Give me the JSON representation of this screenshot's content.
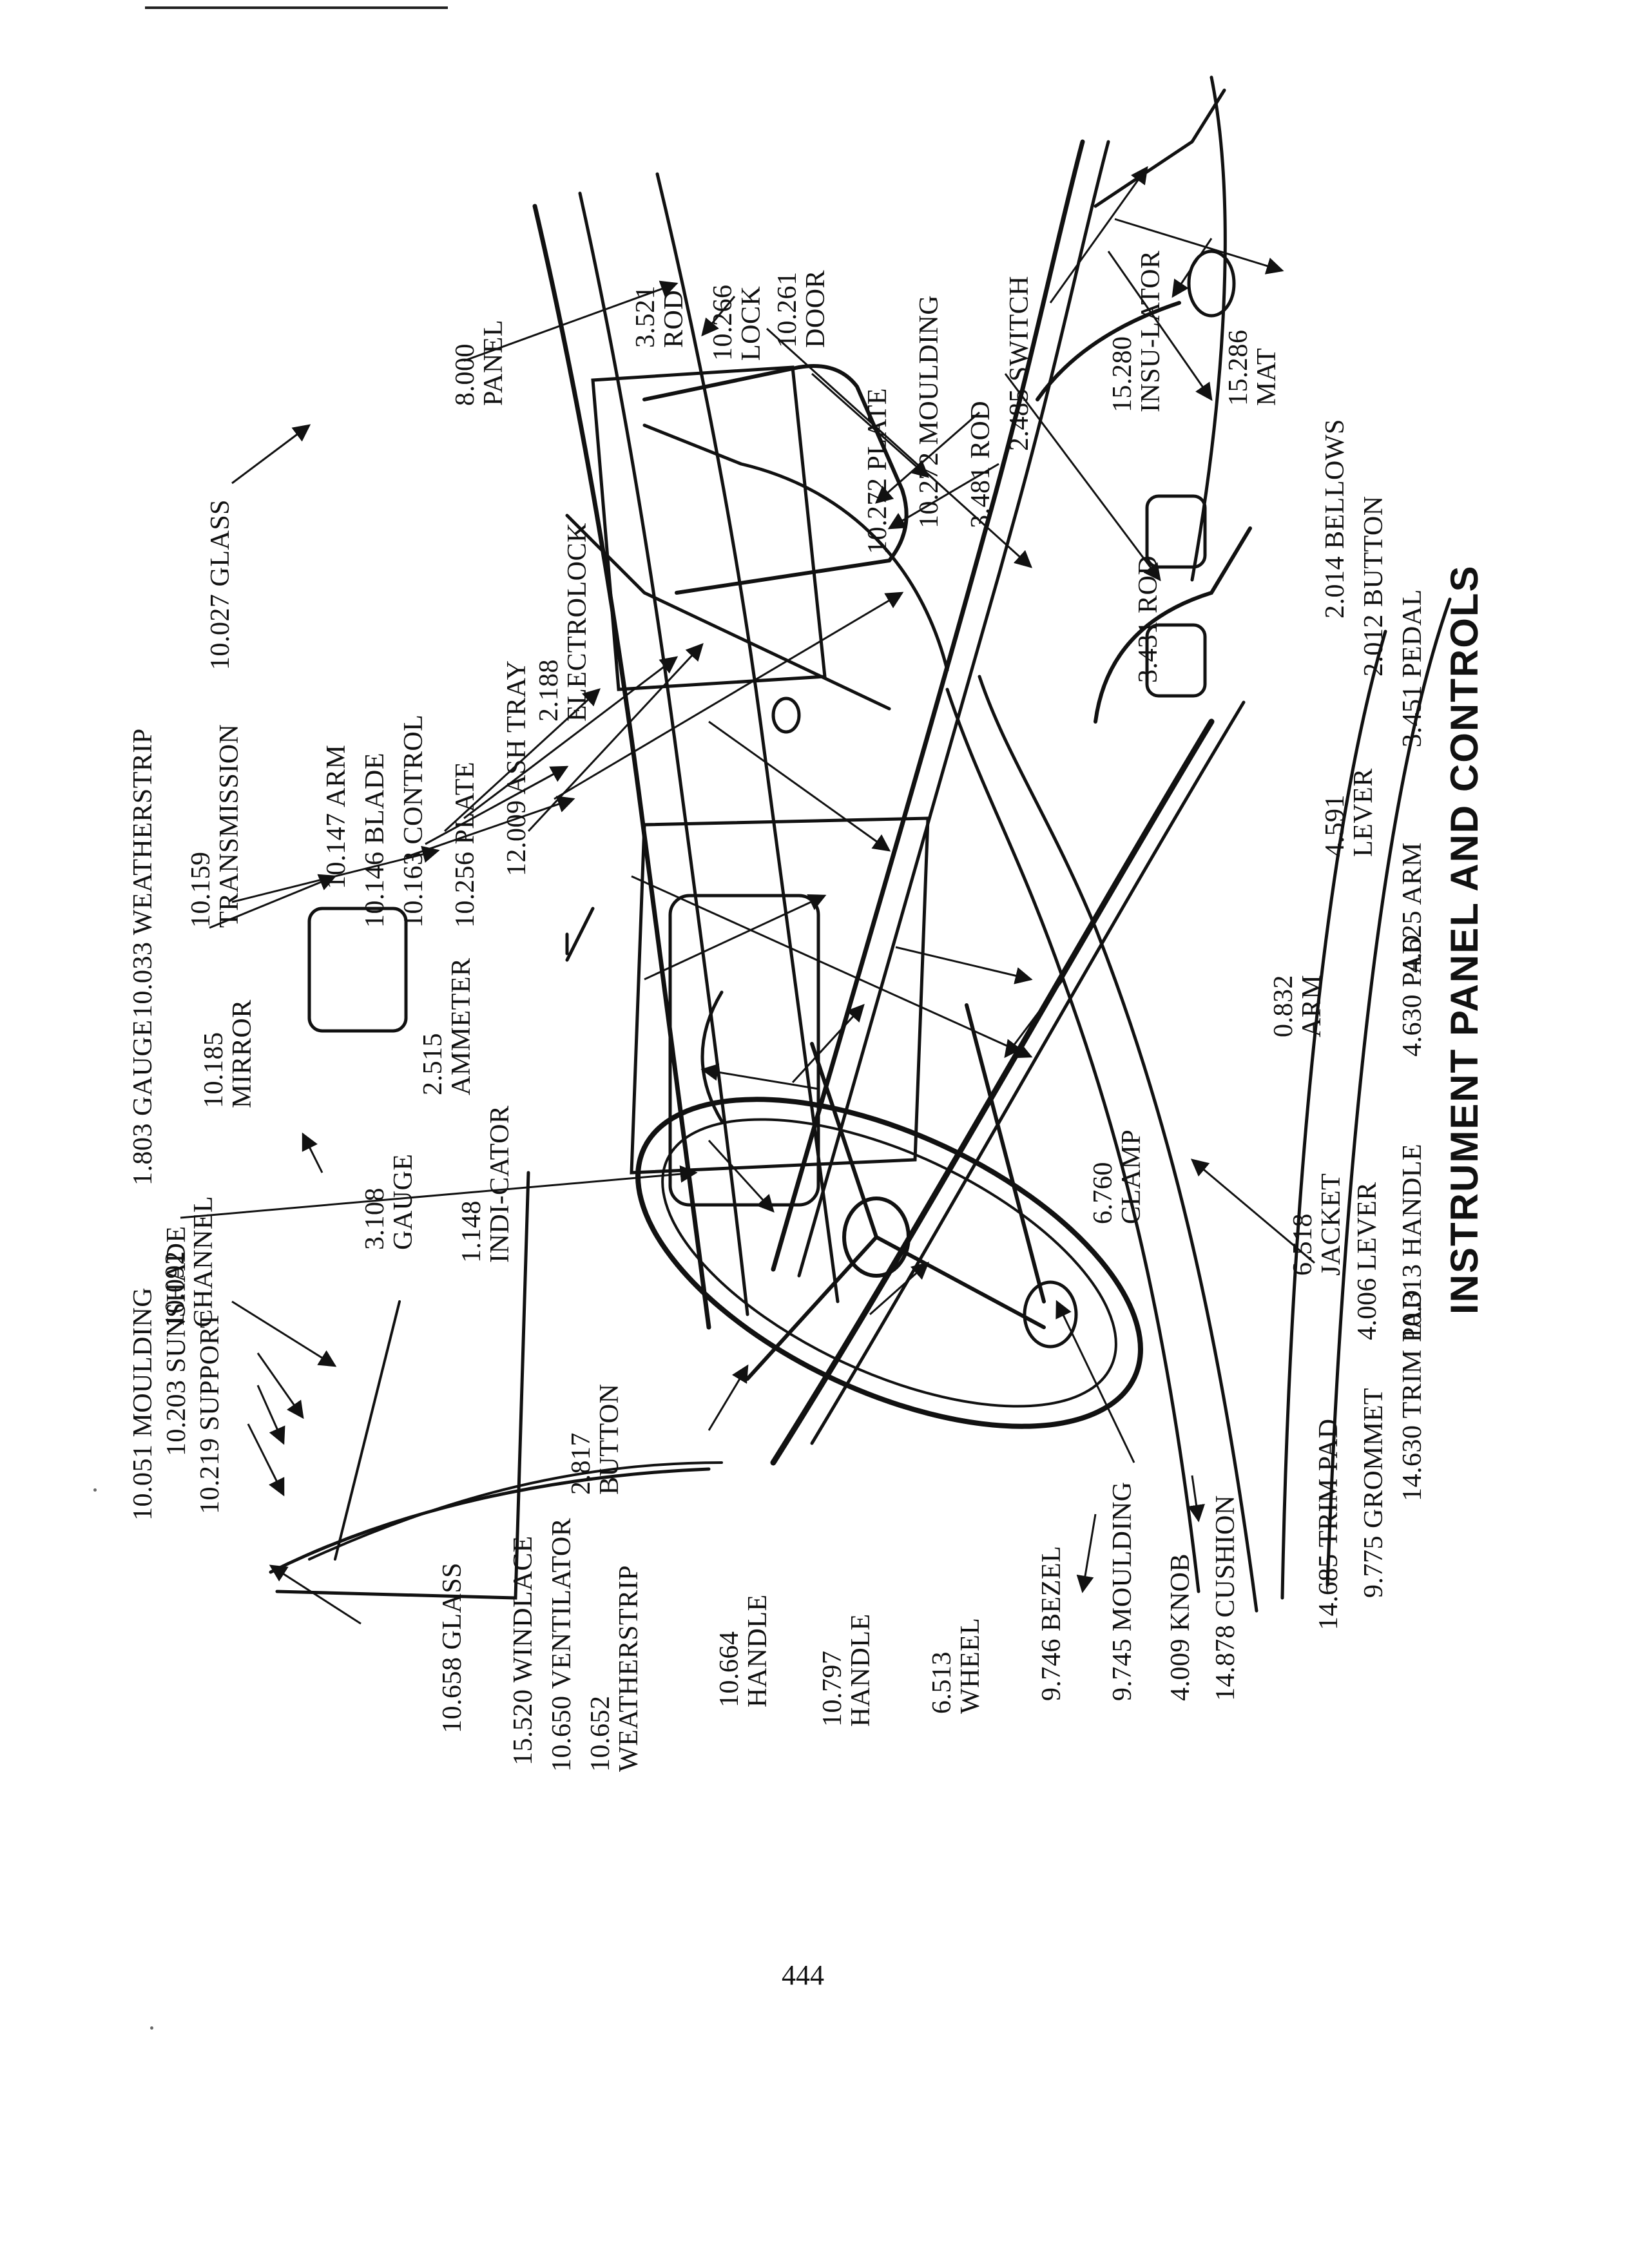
{
  "title": "INSTRUMENT PANEL AND CONTROLS",
  "page_number": "444",
  "callouts": [
    {
      "number": "10.051",
      "name": "MOULDING"
    },
    {
      "number": "10.203",
      "name": "SUNSHADE"
    },
    {
      "number": "10.219",
      "name": "SUPPORT"
    },
    {
      "number": "10.092",
      "name": "CHANNEL"
    },
    {
      "number": "1.803",
      "name": "GAUGE"
    },
    {
      "number": "10.185",
      "name": "MIRROR"
    },
    {
      "number": "10.033",
      "name": "WEATHERSTRIP"
    },
    {
      "number": "10.159",
      "name": "TRANSMISSION"
    },
    {
      "number": "10.147",
      "name": "ARM"
    },
    {
      "number": "10.146",
      "name": "BLADE"
    },
    {
      "number": "10.163",
      "name": "CONTROL"
    },
    {
      "number": "10.256",
      "name": "PLATE"
    },
    {
      "number": "12.009",
      "name": "ASH TRAY"
    },
    {
      "number": "2.188",
      "name": "ELECTROLOCK"
    },
    {
      "number": "10.027",
      "name": "GLASS"
    },
    {
      "number": "8.000",
      "name": "PANEL"
    },
    {
      "number": "3.521",
      "name": "ROD"
    },
    {
      "number": "10.266",
      "name": "LOCK"
    },
    {
      "number": "10.261",
      "name": "DOOR"
    },
    {
      "number": "10.272",
      "name": "PLATE"
    },
    {
      "number": "10.272",
      "name": "MOULDING"
    },
    {
      "number": "3.481",
      "name": "ROD"
    },
    {
      "number": "2.485",
      "name": "SWITCH"
    },
    {
      "number": "15.280",
      "name": "INSU-LATOR"
    },
    {
      "number": "15.286",
      "name": "MAT"
    },
    {
      "number": "2.014",
      "name": "BELLOWS"
    },
    {
      "number": "2.012",
      "name": "BUTTON"
    },
    {
      "number": "3.451",
      "name": "PEDAL"
    },
    {
      "number": "3.431",
      "name": "ROD"
    },
    {
      "number": "4.591",
      "name": "LEVER"
    },
    {
      "number": "4.625",
      "name": "ARM"
    },
    {
      "number": "0.832",
      "name": "ARM"
    },
    {
      "number": "4.630",
      "name": "PAD"
    },
    {
      "number": "2.515",
      "name": "AMMETER"
    },
    {
      "number": "3.108",
      "name": "GAUGE"
    },
    {
      "number": "1.148",
      "name": "INDI-CATOR"
    },
    {
      "number": "6.760",
      "name": "CLAMP"
    },
    {
      "number": "6.518",
      "name": "JACKET"
    },
    {
      "number": "4.006",
      "name": "LEVER"
    },
    {
      "number": "10.313",
      "name": "HANDLE"
    },
    {
      "number": "2.817",
      "name": "BUTTON"
    },
    {
      "number": "10.658",
      "name": "GLASS"
    },
    {
      "number": "15.520",
      "name": "WINDLACE"
    },
    {
      "number": "10.650",
      "name": "VENTILATOR"
    },
    {
      "number": "10.652",
      "name": "WEATHERSTRIP"
    },
    {
      "number": "10.664",
      "name": "HANDLE"
    },
    {
      "number": "10.797",
      "name": "HANDLE"
    },
    {
      "number": "6.513",
      "name": "WHEEL"
    },
    {
      "number": "9.746",
      "name": "BEZEL"
    },
    {
      "number": "9.745",
      "name": "MOULDING"
    },
    {
      "number": "4.009",
      "name": "KNOB"
    },
    {
      "number": "14.878",
      "name": "CUSHION"
    },
    {
      "number": "14.685",
      "name": "TRIM PAD"
    },
    {
      "number": "9.775",
      "name": "GROMMET"
    },
    {
      "number": "14.630",
      "name": "TRIM PAD"
    }
  ]
}
